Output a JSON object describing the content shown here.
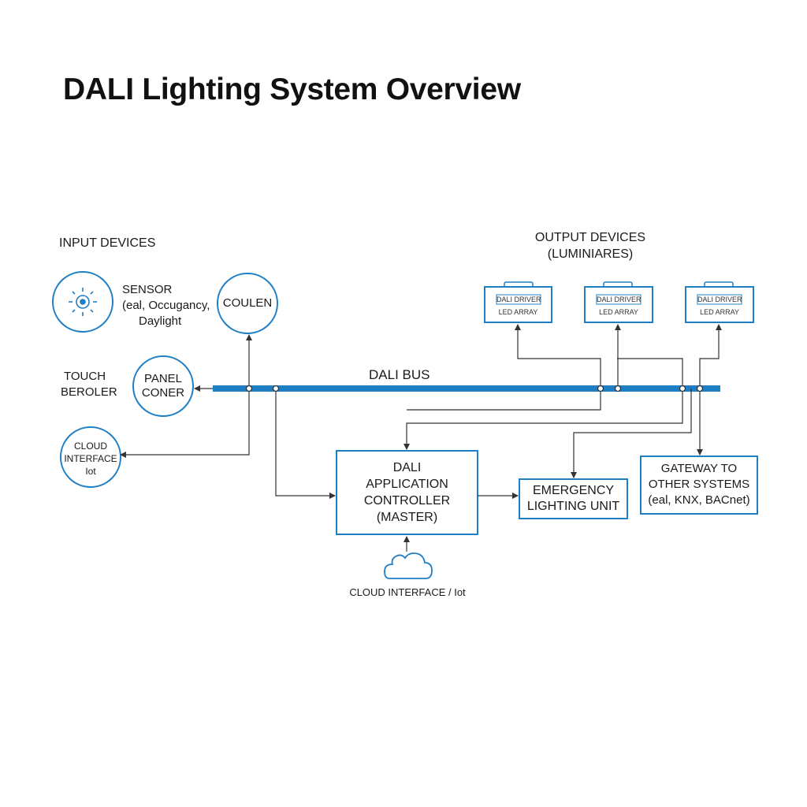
{
  "title": "DALI Lighting System Overview",
  "sections": {
    "input_devices": "INPUT DEVICES",
    "output_devices_line1": "OUTPUT DEVICES",
    "output_devices_line2": "(LUMINIARES)"
  },
  "inputs": {
    "sensor_title": "SENSOR",
    "sensor_line2": "(eal, Occugancy,",
    "sensor_line3": "Daylight",
    "coulen": "COULEN",
    "touch_line1": "TOUCH",
    "touch_line2": "BEROLER",
    "panel_line1": "PANEL",
    "panel_line2": "CONER",
    "cloud_line1": "CLOUD",
    "cloud_line2": "INTERFACE",
    "cloud_line3": "Iot"
  },
  "bus_label": "DALI BUS",
  "luminaires": [
    {
      "driver": "DALI DRIVER",
      "led": "LED ARRAY"
    },
    {
      "driver": "DALI DRIVER",
      "led": "LED ARRAY"
    },
    {
      "driver": "DALI DRIVER",
      "led": "LED ARRAY"
    }
  ],
  "controller": {
    "line1": "DALI",
    "line2": "APPLICATION",
    "line3": "CONTROLLER",
    "line4": "(MASTER)"
  },
  "emergency": {
    "line1": "EMERGENCY",
    "line2": "LIGHTING UNIT"
  },
  "gateway": {
    "line1": "GATEWAY TO",
    "line2": "OTHER SYSTEMS",
    "line3": "(eal, KNX, BACnet)"
  },
  "cloud_bottom": "CLOUD INTERFACE / Iot",
  "colors": {
    "accent": "#1f7fc4",
    "bus": "#1f7fc4",
    "line": "#333333"
  }
}
